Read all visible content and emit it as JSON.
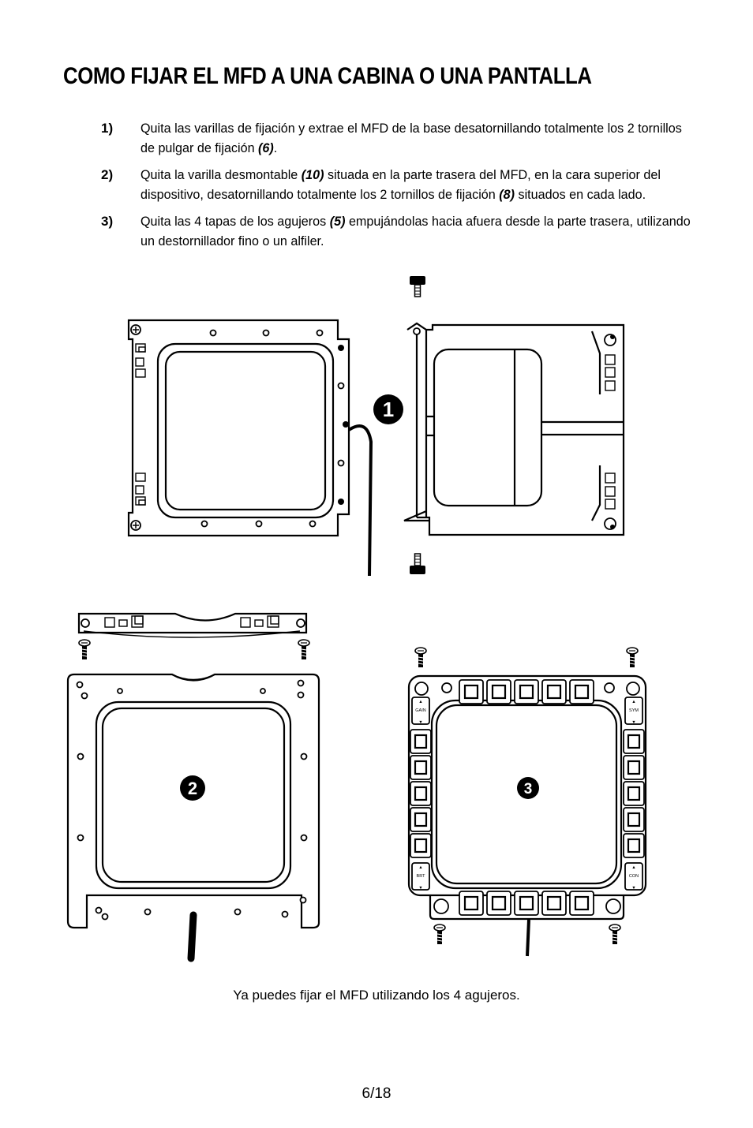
{
  "page": {
    "title": "COMO FIJAR EL MFD A UNA CABINA O UNA PANTALLA",
    "steps": [
      {
        "number": "1)",
        "text_parts": [
          "Quita las varillas de fijación y extrae el MFD de la base desatornillando totalmente los 2 tornillos de pulgar de fijación ",
          "(6)",
          "."
        ]
      },
      {
        "number": "2)",
        "text_parts": [
          "Quita la varilla desmontable ",
          "(10)",
          " situada en la parte trasera del MFD, en la cara superior del dispositivo, desatornillando totalmente los 2 tornillos de fijación ",
          "(8)",
          " situados en cada lado."
        ]
      },
      {
        "number": "3)",
        "text_parts": [
          "Quita las 4 tapas de los agujeros ",
          "(5)",
          " empujándolas hacia afuera desde la parte trasera, utilizando un destornillador fino o un alfiler."
        ]
      }
    ],
    "figure_markers": [
      "1",
      "2",
      "3"
    ],
    "button_labels": {
      "gain": "GAIN",
      "sym": "SYM",
      "brt": "BRT",
      "con": "CON"
    },
    "caption": "Ya puedes fijar el MFD utilizando los 4 agujeros.",
    "page_number": "6/18"
  }
}
